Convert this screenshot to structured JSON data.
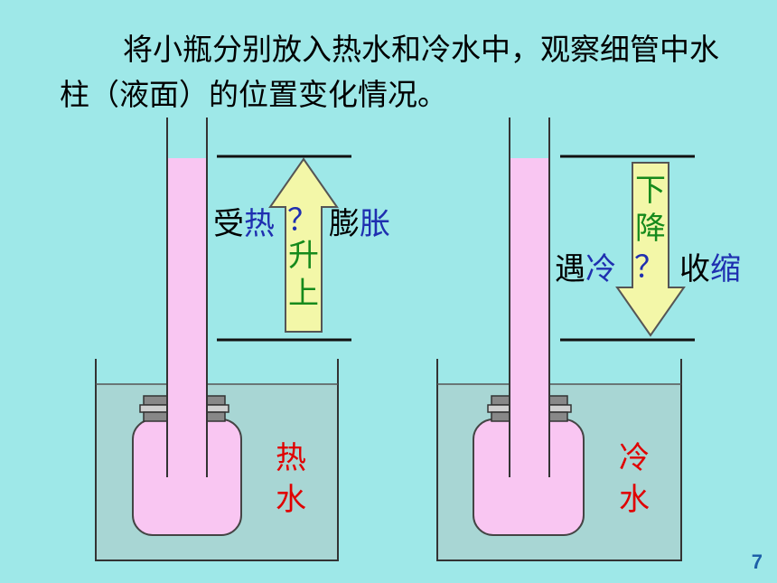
{
  "instruction": "将小瓶分别放入热水和冷水中，观察细管中水柱（液面）的位置变化情况。",
  "left": {
    "label_prefix": "受",
    "label_key": "热",
    "question": "？",
    "label_suffix_1": "膨",
    "label_suffix_2": "胀",
    "arrow_text": [
      "升",
      "上"
    ],
    "water_label": [
      "热",
      "水"
    ]
  },
  "right": {
    "label_prefix": "遇",
    "label_key": "冷",
    "question": "？",
    "label_suffix_1": "收",
    "label_suffix_2": "缩",
    "arrow_text": [
      "下",
      "降"
    ],
    "water_label": [
      "冷",
      "水"
    ]
  },
  "page_number": "7",
  "colors": {
    "background": "#9ee8e8",
    "liquid": "#f9c6f2",
    "water": "#a8d6d4",
    "arrow_fill": "#f3f7a8",
    "hot_cold_label": "#e00000"
  }
}
